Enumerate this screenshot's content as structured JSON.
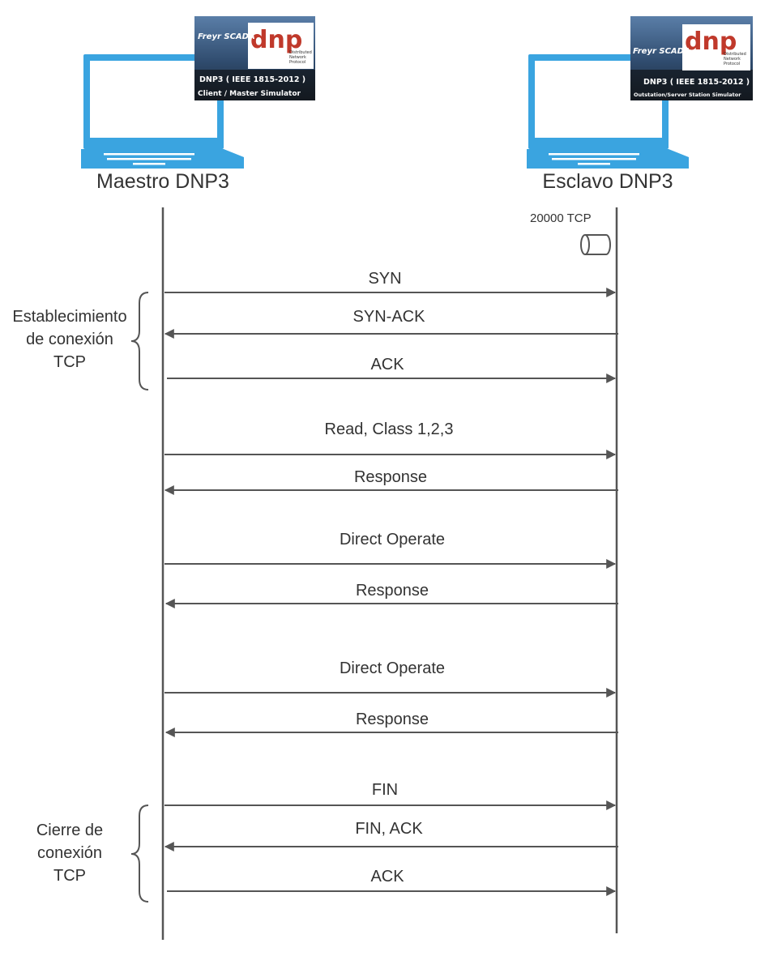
{
  "colors": {
    "computer": "#3aa4e0",
    "line": "#555555",
    "text": "#333333",
    "banner_bg": "#2b3e55",
    "logo_red": "#c0392b"
  },
  "master": {
    "title": "Maestro DNP3",
    "badge": {
      "brand": "Freyr SCADA",
      "logo": "dnp",
      "logo_sub": [
        "Distributed",
        "Network",
        "Protocol"
      ],
      "line1": "DNP3 ( IEEE 1815-2012 )",
      "line2": "Client / Master Simulator"
    }
  },
  "slave": {
    "title": "Esclavo DNP3",
    "port_label": "20000 TCP",
    "badge": {
      "brand": "Freyr SCADA",
      "logo": "dnp",
      "logo_sub": [
        "Distributed",
        "Network",
        "Protocol"
      ],
      "line1": "DNP3 ( IEEE 1815-2012 )",
      "line2": "Outstation/Server Station Simulator"
    }
  },
  "phases": {
    "establish": {
      "lines": [
        "Establecimiento",
        "de conexión",
        "TCP"
      ]
    },
    "close": {
      "lines": [
        "Cierre de",
        "conexión",
        "TCP"
      ]
    }
  },
  "messages": [
    {
      "label": "SYN",
      "direction": "right"
    },
    {
      "label": "SYN-ACK",
      "direction": "left"
    },
    {
      "label": "ACK",
      "direction": "right"
    },
    {
      "label": "Read, Class 1,2,3",
      "direction": "right"
    },
    {
      "label": "Response",
      "direction": "left"
    },
    {
      "label": "Direct Operate",
      "direction": "right"
    },
    {
      "label": "Response",
      "direction": "left"
    },
    {
      "label": "Direct Operate",
      "direction": "right"
    },
    {
      "label": "Response",
      "direction": "left"
    },
    {
      "label": "FIN",
      "direction": "right"
    },
    {
      "label": "FIN, ACK",
      "direction": "left"
    },
    {
      "label": "ACK",
      "direction": "right"
    }
  ]
}
